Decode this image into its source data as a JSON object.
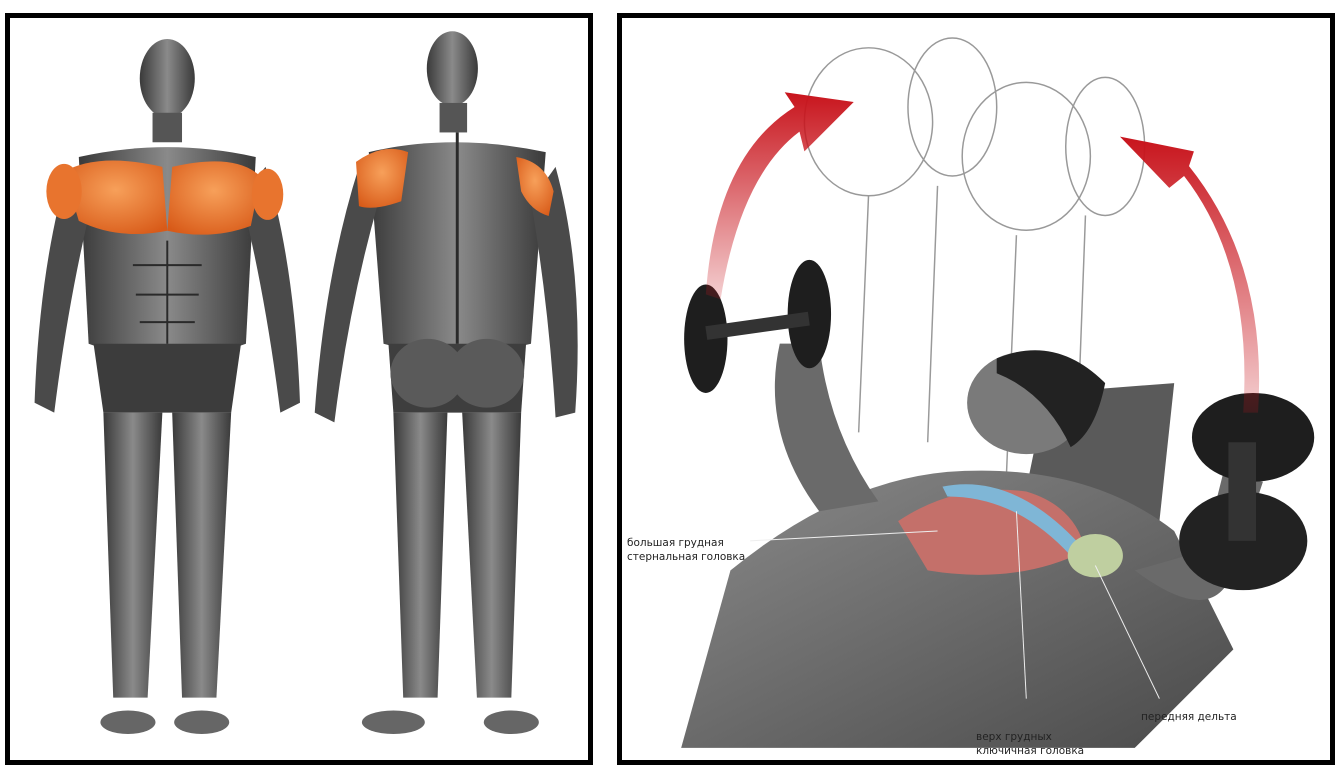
{
  "labels": {
    "sternal_head": [
      "большая грудная",
      "стернальная головка"
    ],
    "front_delt": "передняя дельта",
    "clavicular_head": [
      "верх грудных",
      "ключичная головка"
    ]
  },
  "colors": {
    "muscle_highlight": "#e8742e",
    "arrow": "#c8141c",
    "frame": "#000000",
    "body_gray": "#555555"
  }
}
